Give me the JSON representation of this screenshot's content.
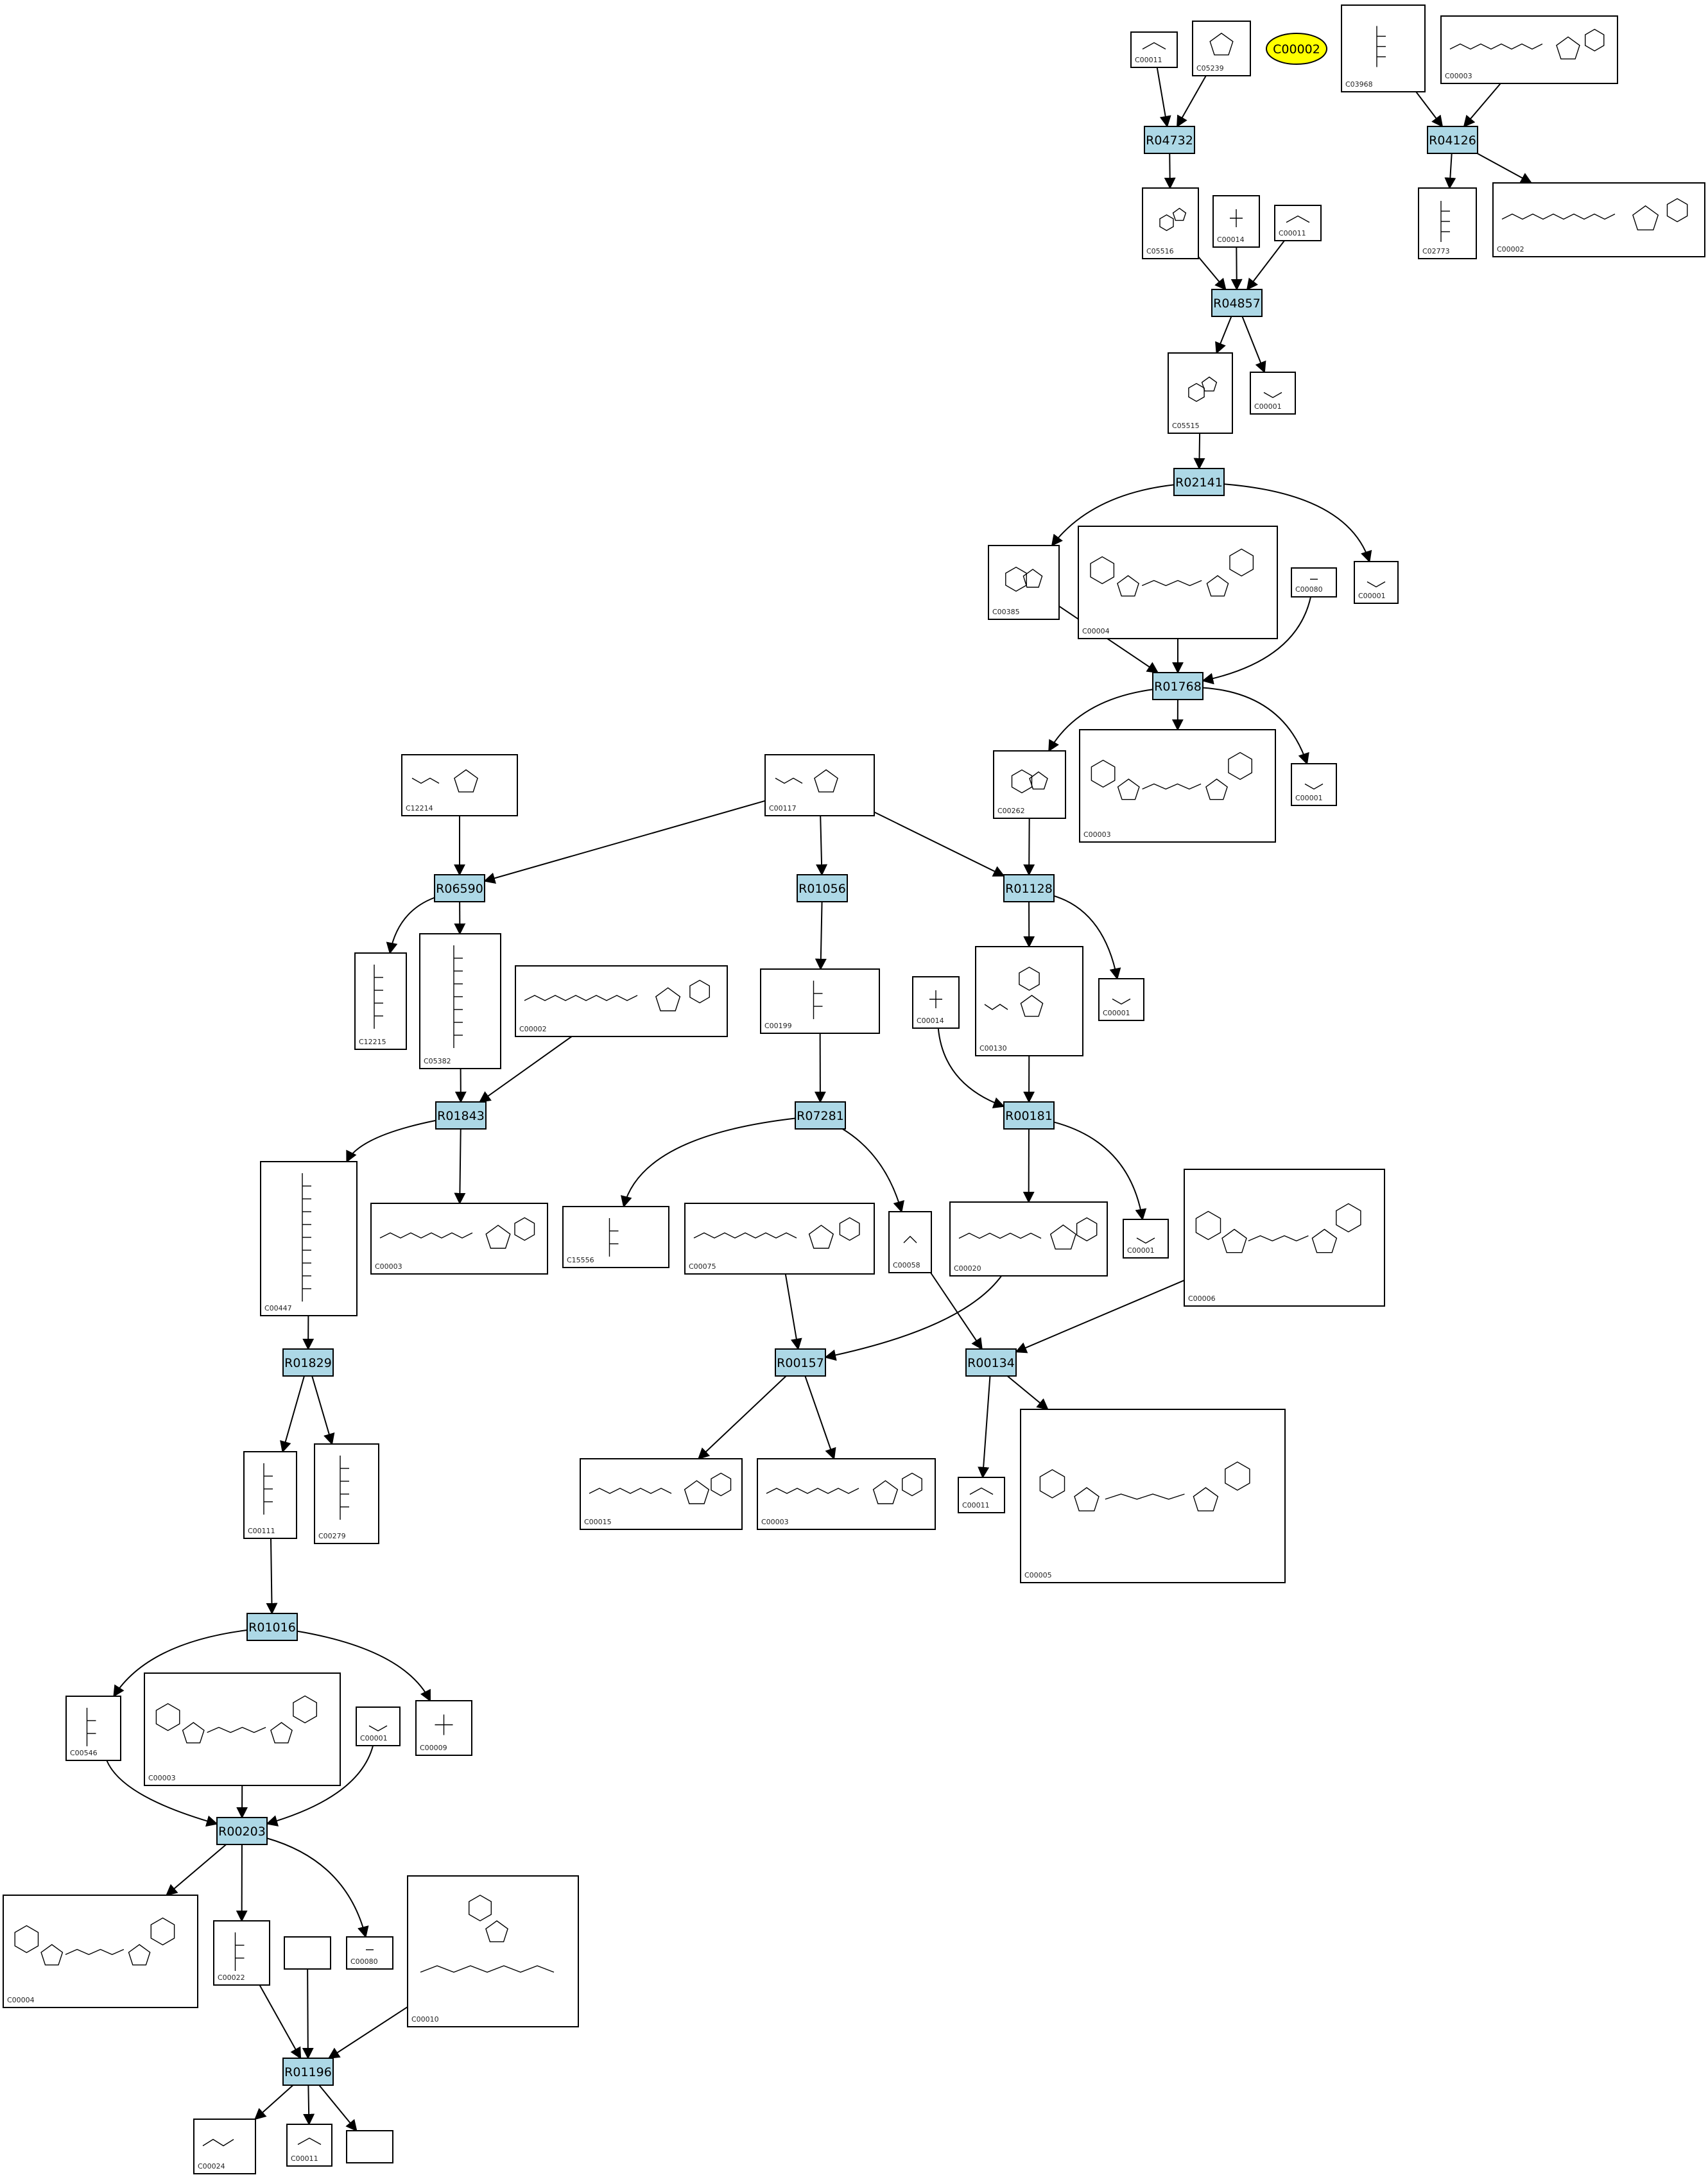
{
  "diagram": {
    "reactions": [
      {
        "id": "R04732",
        "label": "R04732"
      },
      {
        "id": "R04126",
        "label": "R04126"
      },
      {
        "id": "R04857",
        "label": "R04857"
      },
      {
        "id": "R02141",
        "label": "R02141"
      },
      {
        "id": "R01768",
        "label": "R01768"
      },
      {
        "id": "R06590",
        "label": "R06590"
      },
      {
        "id": "R01056",
        "label": "R01056"
      },
      {
        "id": "R01128",
        "label": "R01128"
      },
      {
        "id": "R01843",
        "label": "R01843"
      },
      {
        "id": "R07281",
        "label": "R07281"
      },
      {
        "id": "R00181",
        "label": "R00181"
      },
      {
        "id": "R01829",
        "label": "R01829"
      },
      {
        "id": "R00157",
        "label": "R00157"
      },
      {
        "id": "R00134",
        "label": "R00134"
      },
      {
        "id": "R01016",
        "label": "R01016"
      },
      {
        "id": "R00203",
        "label": "R00203"
      },
      {
        "id": "R01196",
        "label": "R01196"
      }
    ],
    "highlight": {
      "id": "C00002",
      "label": "C00002",
      "fill": "#ffff00"
    },
    "compounds": [
      {
        "id": "c1",
        "label": "C00011",
        "kind": "co2"
      },
      {
        "id": "c2",
        "label": "C05239",
        "kind": "imidazole"
      },
      {
        "id": "c3",
        "label": "C03968",
        "kind": "glycerol-p"
      },
      {
        "id": "c4",
        "label": "C00003",
        "kind": "adp"
      },
      {
        "id": "c5",
        "label": "C05516",
        "kind": "ring"
      },
      {
        "id": "c6",
        "label": "C00014",
        "kind": "nh3"
      },
      {
        "id": "c7",
        "label": "C00011",
        "kind": "co2"
      },
      {
        "id": "c8",
        "label": "C02773",
        "kind": "glycerol"
      },
      {
        "id": "c9",
        "label": "C00002",
        "kind": "atp"
      },
      {
        "id": "c10",
        "label": "C05515",
        "kind": "ring"
      },
      {
        "id": "c11",
        "label": "C00001",
        "kind": "water"
      },
      {
        "id": "c12",
        "label": "C00385",
        "kind": "purine"
      },
      {
        "id": "c13",
        "label": "C00004",
        "kind": "nad"
      },
      {
        "id": "c14",
        "label": "C00080",
        "kind": "h"
      },
      {
        "id": "c15",
        "label": "C00001",
        "kind": "water"
      },
      {
        "id": "c16",
        "label": "C00262",
        "kind": "purine"
      },
      {
        "id": "c17",
        "label": "C00003",
        "kind": "nad"
      },
      {
        "id": "c18",
        "label": "C00001",
        "kind": "water"
      },
      {
        "id": "c19",
        "label": "C12214",
        "kind": "sugar"
      },
      {
        "id": "c20",
        "label": "C00117",
        "kind": "sugar"
      },
      {
        "id": "c21",
        "label": "C12215",
        "kind": "chain"
      },
      {
        "id": "c22",
        "label": "C05382",
        "kind": "chain"
      },
      {
        "id": "c23",
        "label": "C00002",
        "kind": "atp"
      },
      {
        "id": "c24",
        "label": "C00199",
        "kind": "chain"
      },
      {
        "id": "c25",
        "label": "C00014",
        "kind": "nh3"
      },
      {
        "id": "c26",
        "label": "C00130",
        "kind": "nucleotide"
      },
      {
        "id": "c27",
        "label": "C00001",
        "kind": "water"
      },
      {
        "id": "c28",
        "label": "C00447",
        "kind": "chain"
      },
      {
        "id": "c29",
        "label": "C00003",
        "kind": "adp"
      },
      {
        "id": "c30",
        "label": "C15556",
        "kind": "chain"
      },
      {
        "id": "c31",
        "label": "C00075",
        "kind": "utp"
      },
      {
        "id": "c32",
        "label": "C00058",
        "kind": "formate"
      },
      {
        "id": "c33",
        "label": "C00020",
        "kind": "amp"
      },
      {
        "id": "c34",
        "label": "C00001",
        "kind": "water"
      },
      {
        "id": "c35",
        "label": "C00006",
        "kind": "nadp"
      },
      {
        "id": "c36",
        "label": "C00111",
        "kind": "chain"
      },
      {
        "id": "c37",
        "label": "C00279",
        "kind": "chain"
      },
      {
        "id": "c38",
        "label": "C00015",
        "kind": "utp"
      },
      {
        "id": "c39",
        "label": "C00003",
        "kind": "adp"
      },
      {
        "id": "c40",
        "label": "C00011",
        "kind": "co2"
      },
      {
        "id": "c41",
        "label": "C00005",
        "kind": "nadp"
      },
      {
        "id": "c42",
        "label": "C00546",
        "kind": "chain"
      },
      {
        "id": "c43",
        "label": "C00003",
        "kind": "nad"
      },
      {
        "id": "c44",
        "label": "C00001",
        "kind": "water"
      },
      {
        "id": "c45",
        "label": "C00009",
        "kind": "pi"
      },
      {
        "id": "c46",
        "label": "C00004",
        "kind": "nad"
      },
      {
        "id": "c47",
        "label": "C00022",
        "kind": "chain"
      },
      {
        "id": "c48",
        "label": "",
        "kind": "empty"
      },
      {
        "id": "c49",
        "label": "C00080",
        "kind": "h"
      },
      {
        "id": "c50",
        "label": "C00010",
        "kind": "coa"
      },
      {
        "id": "c51",
        "label": "C00024",
        "kind": "acetylcoa"
      },
      {
        "id": "c52",
        "label": "C00011",
        "kind": "co2"
      },
      {
        "id": "c53",
        "label": "",
        "kind": "empty"
      }
    ]
  },
  "colors": {
    "reaction_fill": "#add8e6",
    "edge": "#000000",
    "box_stroke": "#000000",
    "highlight": "#ffff00"
  }
}
